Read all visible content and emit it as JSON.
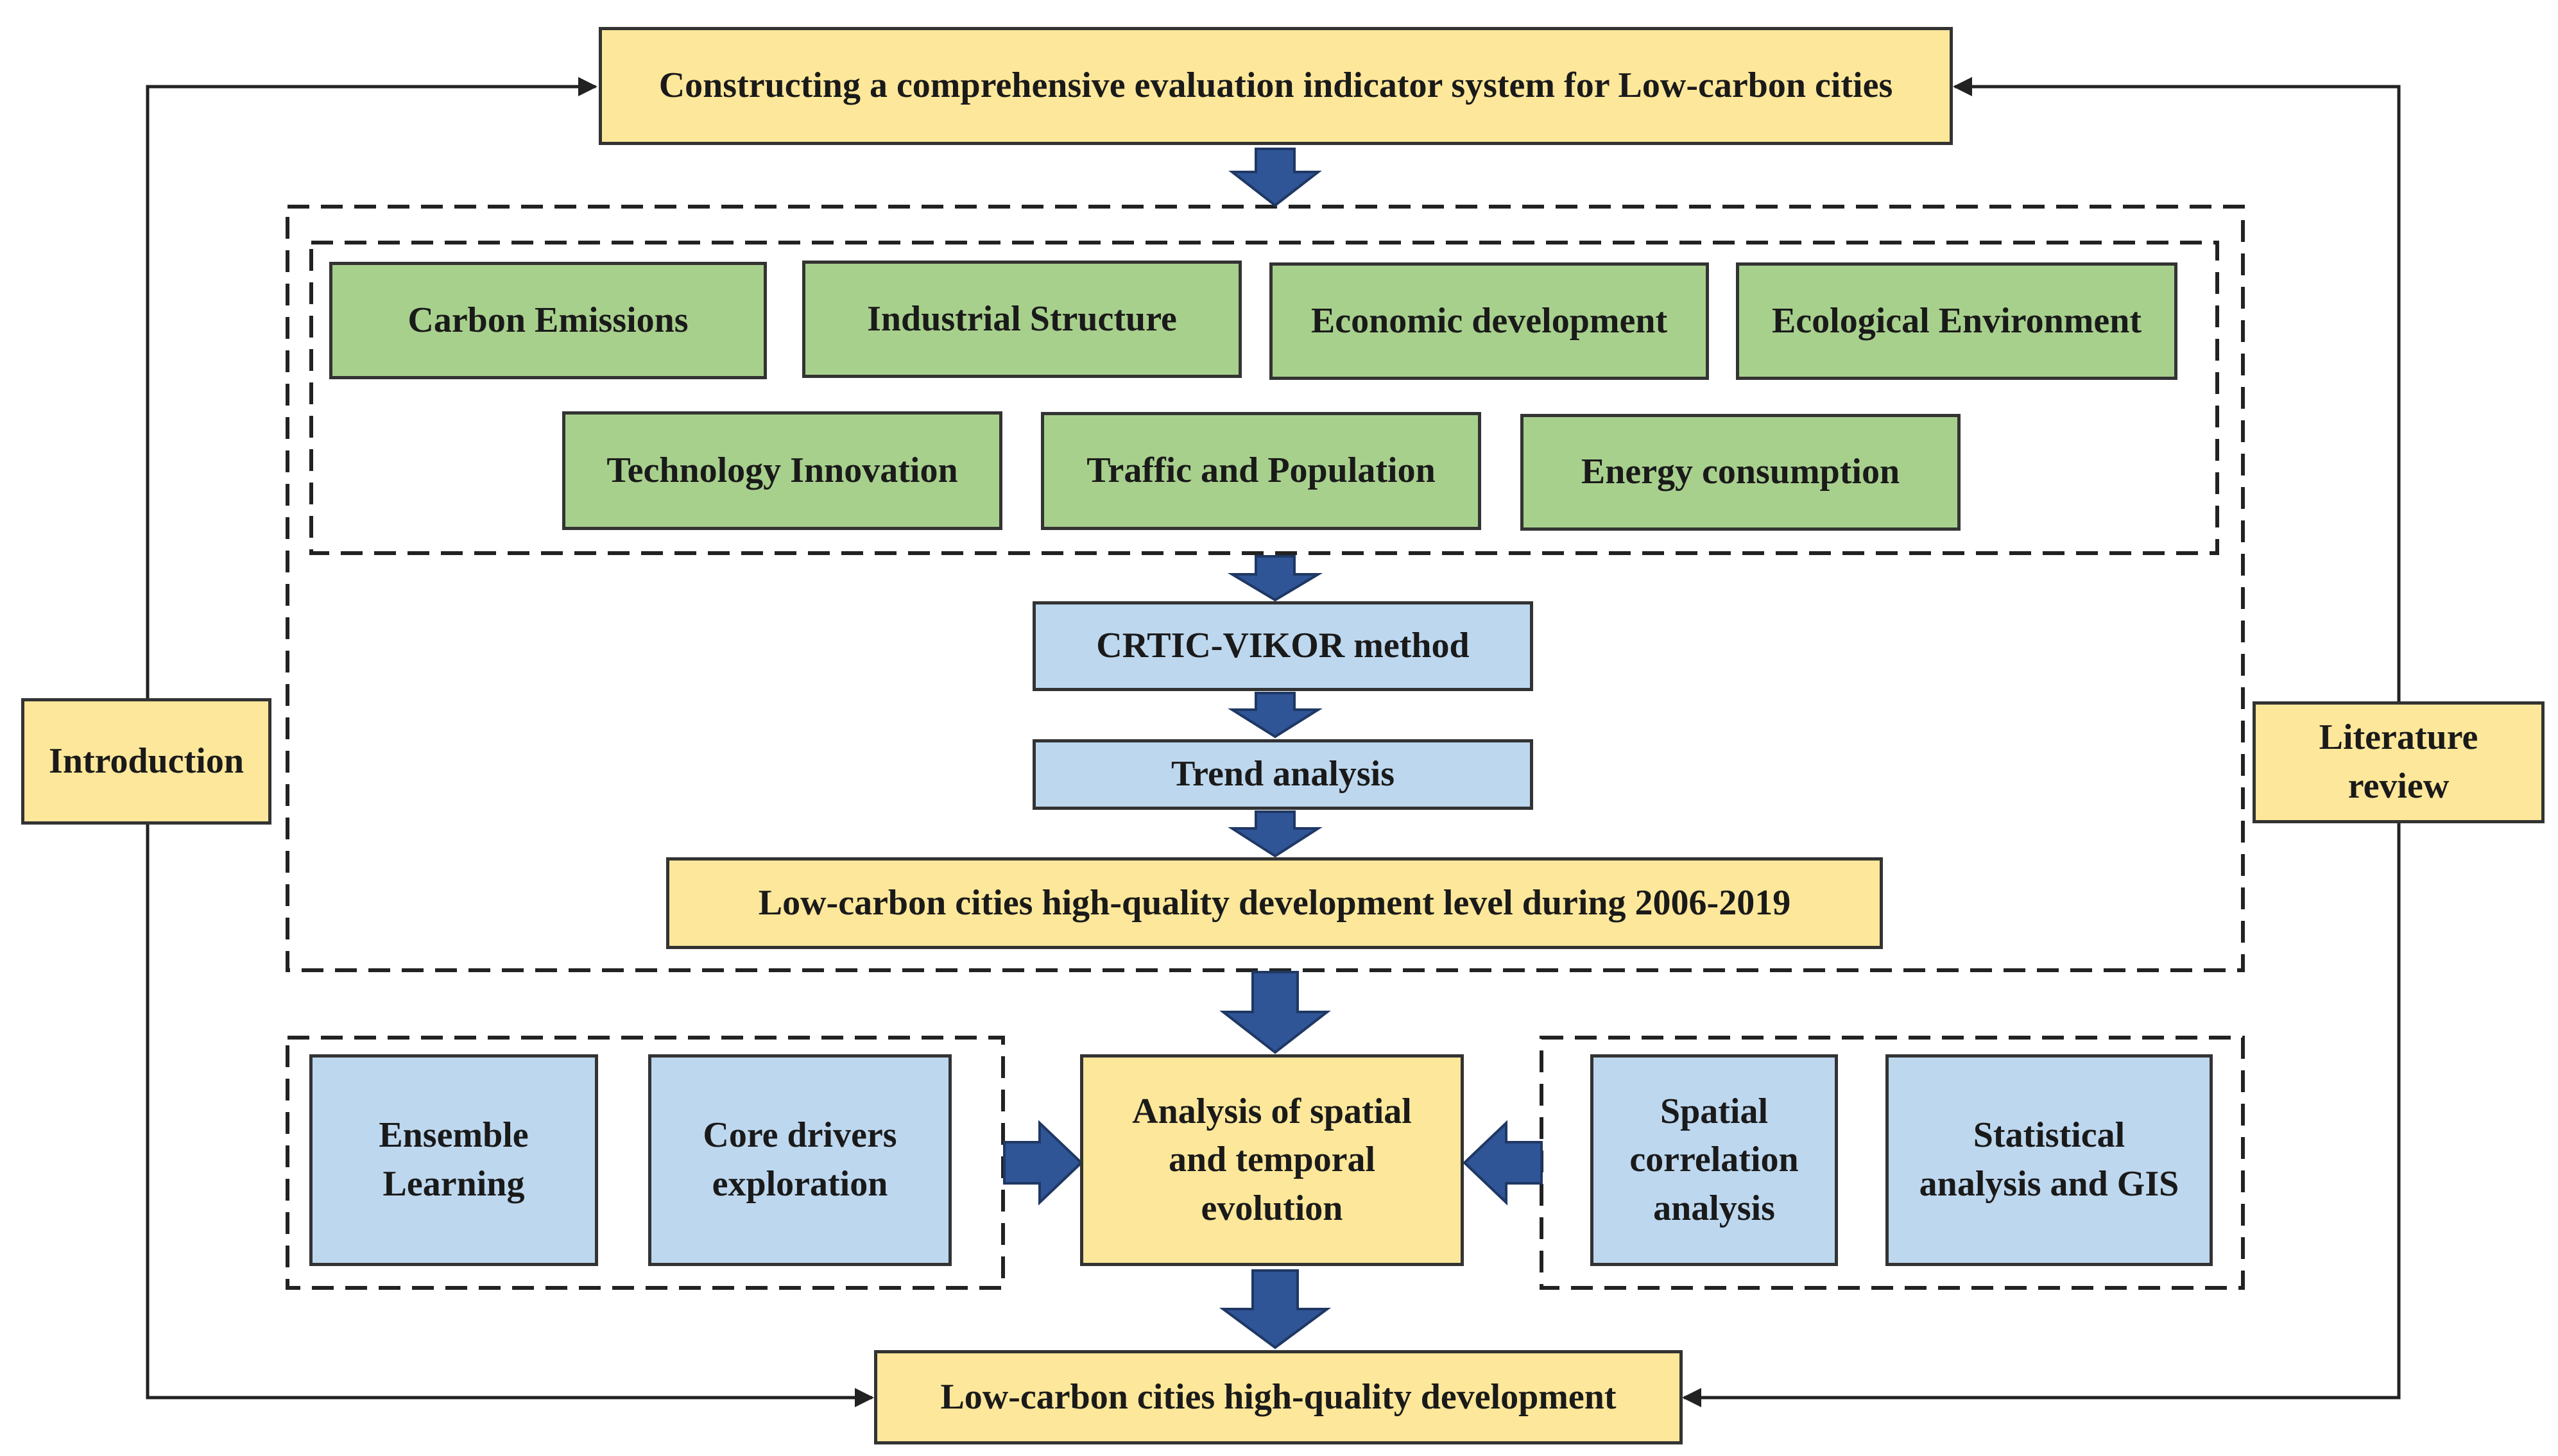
{
  "colors": {
    "yellow": "#fde79a",
    "green": "#a8d08d",
    "blue": "#bdd7ee",
    "arrow_fill": "#2f5597",
    "arrow_stroke": "#1f3864",
    "line": "#222222"
  },
  "top_box": "Constructing a comprehensive evaluation indicator system for Low-carbon cities",
  "side": {
    "left": "Introduction",
    "right": [
      "Literature",
      "review"
    ]
  },
  "indicators": {
    "row1": [
      "Carbon Emissions",
      "Industrial Structure",
      "Economic development",
      "Ecological Environment"
    ],
    "row2": [
      "Technology Innovation",
      "Traffic and Population",
      "Energy consumption"
    ]
  },
  "methods": {
    "crtic": "CRTIC-VIKOR method",
    "trend": "Trend analysis"
  },
  "level_box": "Low-carbon cities high-quality development level during 2006-2019",
  "left_group": {
    "ensemble": [
      "Ensemble",
      "Learning"
    ],
    "core": [
      "Core drivers",
      "exploration"
    ]
  },
  "center_box": [
    "Analysis of spatial",
    "and temporal",
    "evolution"
  ],
  "right_group": {
    "spatial": [
      "Spatial",
      "correlation",
      "analysis"
    ],
    "stat": [
      "Statistical",
      "analysis and GIS"
    ]
  },
  "bottom_box": "Low-carbon cities high-quality development"
}
